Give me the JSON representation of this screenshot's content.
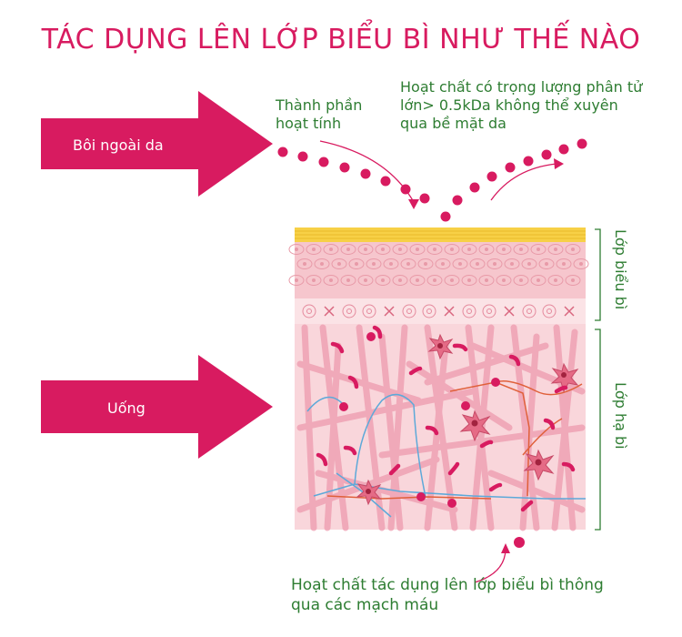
{
  "title": "TÁC DỤNG LÊN LỚP BIỂU BÌ NHƯ THẾ NÀO",
  "labels": {
    "active_ingredient": "Thành phần hoạt tính",
    "large_molecule": "Hoạt chất có trọng lượng phân tử lớn> 0.5kDa không thể xuyên qua bề mặt da",
    "bottom_note": "Hoạt chất tác dụng lên lớp biểu bì thông qua các mạch máu"
  },
  "arrows": {
    "topical": "Bôi ngoài da",
    "oral": "Uống"
  },
  "layers": {
    "epidermis": "Lớp biểu bì",
    "dermis": "Lớp hạ bì"
  },
  "colors": {
    "magenta": "#d81b60",
    "green": "#2e7d32",
    "yellow": "#f7d046",
    "skin_light": "#f9d3d8",
    "skin_mid": "#f3b2bd",
    "fiber": "#ec8fa3",
    "vessel_blue": "#5da9d9",
    "vessel_red": "#e0603a"
  }
}
